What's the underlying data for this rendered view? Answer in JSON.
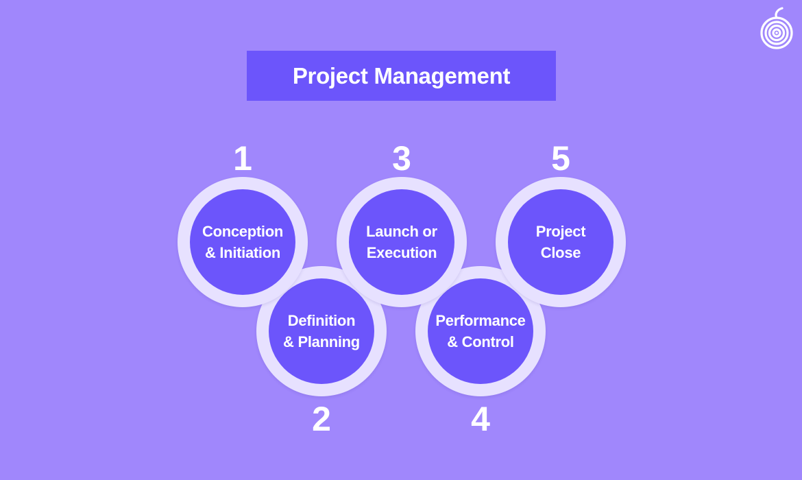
{
  "title": "Project Management",
  "colors": {
    "background": "#a087fc",
    "accent": "#6c55fb",
    "ring": "#e7e1ff",
    "text": "#ffffff"
  },
  "logo_icon": "spiral-logo-icon",
  "steps": [
    {
      "number": "1",
      "line1": "Conception",
      "line2": "& Initiation"
    },
    {
      "number": "2",
      "line1": "Definition",
      "line2": "& Planning"
    },
    {
      "number": "3",
      "line1": "Launch or",
      "line2": "Execution"
    },
    {
      "number": "4",
      "line1": "Performance",
      "line2": "& Control"
    },
    {
      "number": "5",
      "line1": "Project",
      "line2": "Close"
    }
  ]
}
